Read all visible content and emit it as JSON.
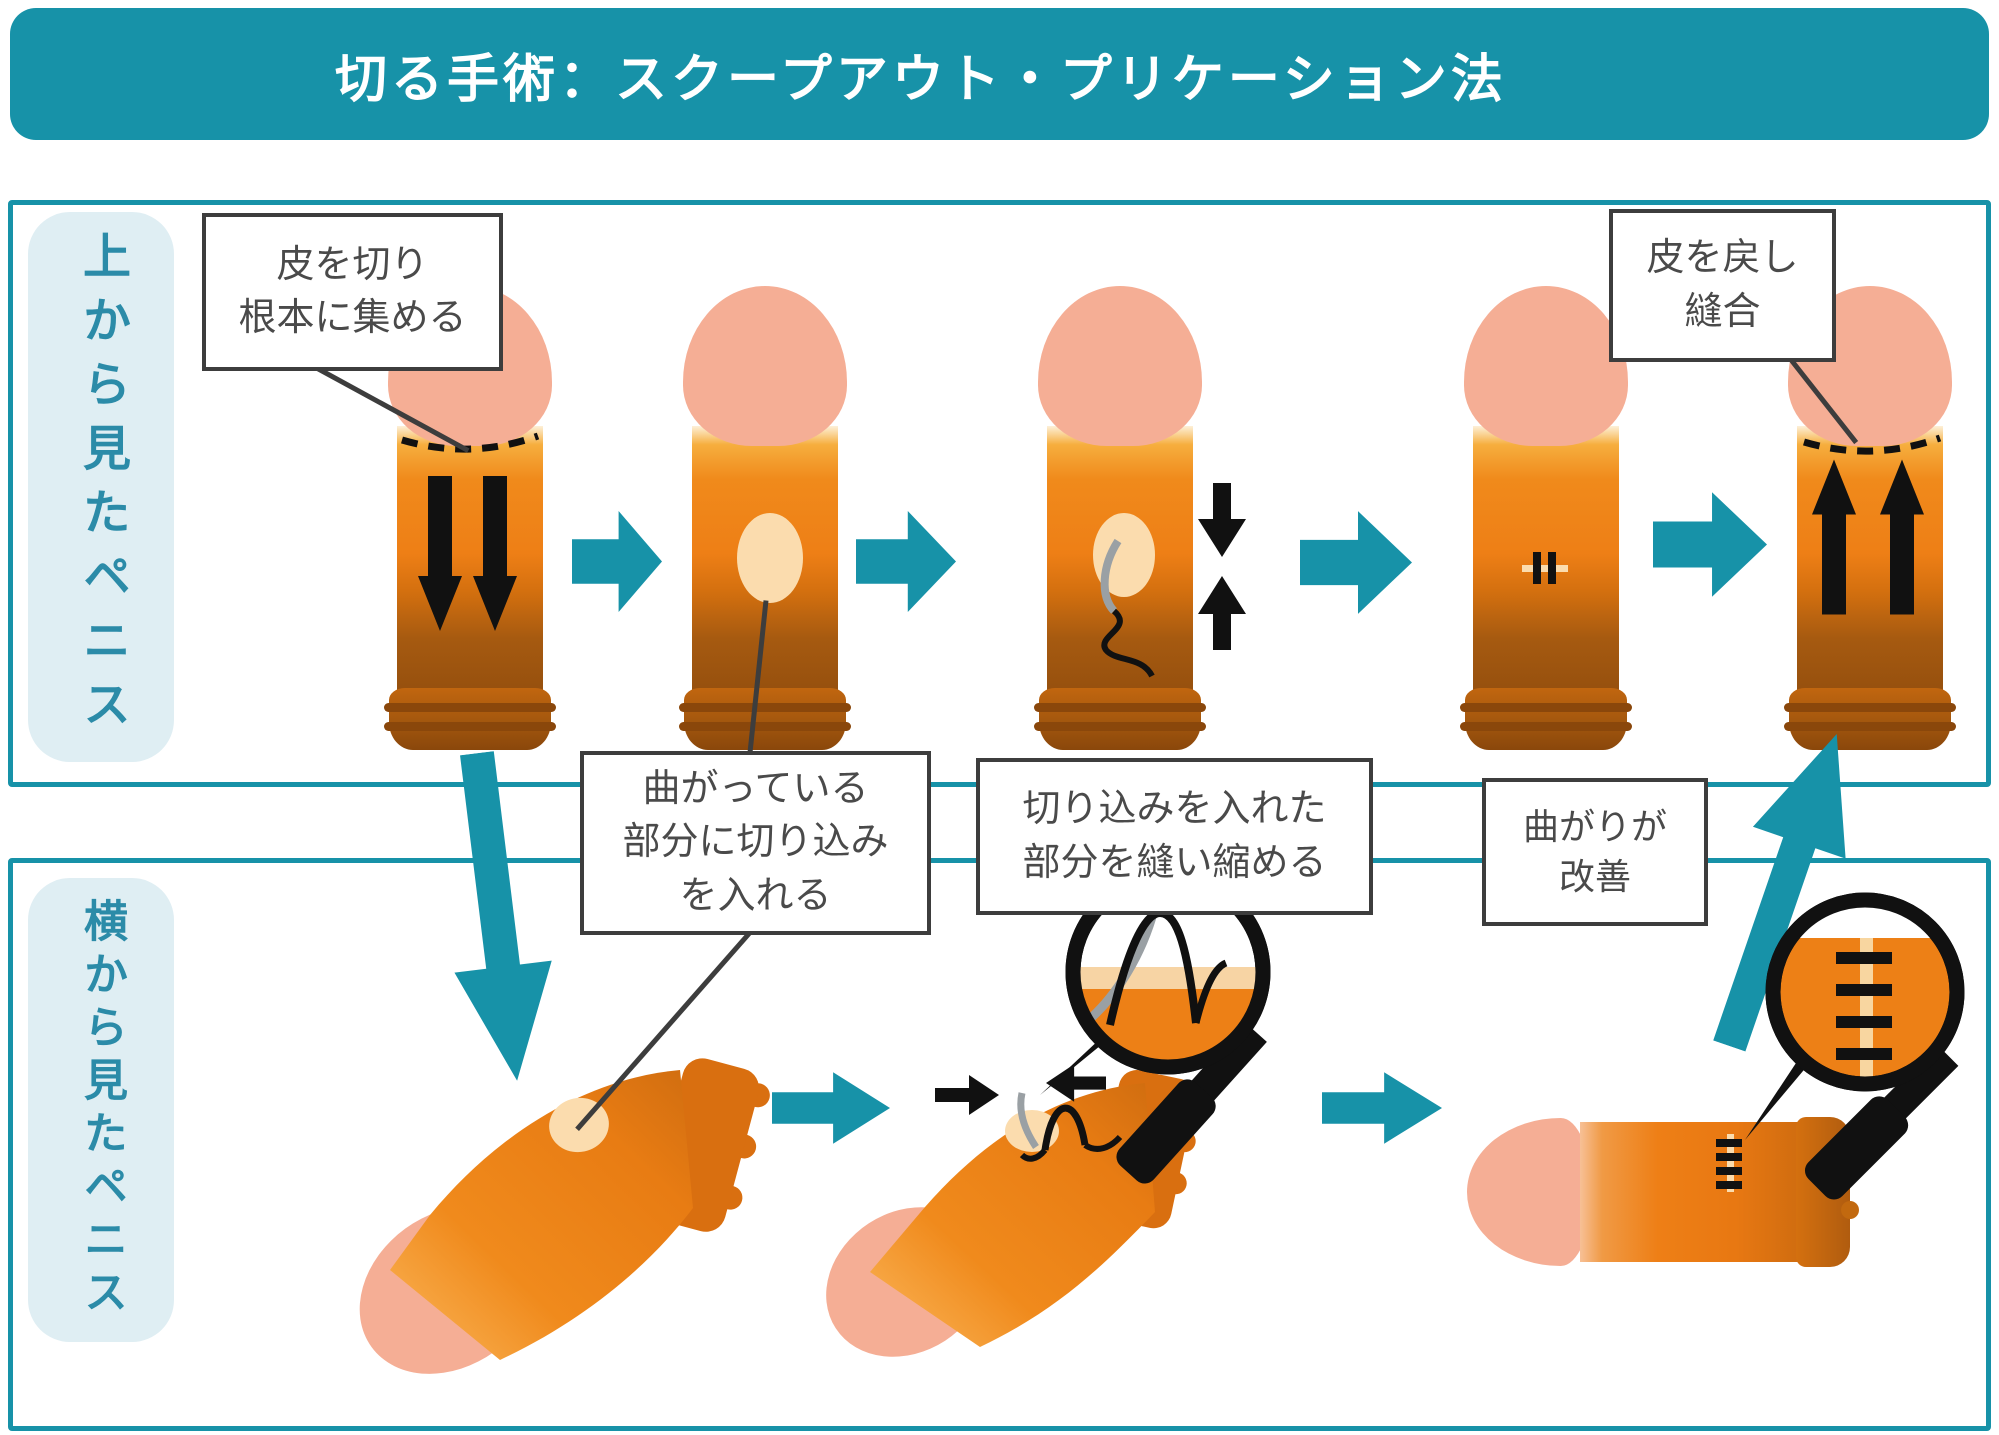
{
  "title": "切る手術：スクープアウト・プリケーション法",
  "panels": {
    "top": {
      "label": "上から見たペニス"
    },
    "bottom": {
      "label": "横から見たペニス"
    }
  },
  "callouts": {
    "cut_skin": "皮を切り\n根本に集める",
    "return_skin": "皮を戻し\n縫合",
    "incision": "曲がっている\n部分に切り込み\nを入れる",
    "suture_shrink": "切り込みを入れた\n部分を縫い縮める",
    "improved": "曲がりが\n改善"
  },
  "icons": [
    "step-arrow-icon",
    "diagonal-down-arrow-icon",
    "diagonal-up-arrow-icon",
    "pull-down-arrow-icon",
    "pull-up-arrow-icon",
    "compress-down-arrow-icon",
    "compress-up-arrow-icon",
    "push-right-arrow-icon",
    "push-left-arrow-icon",
    "magnifier-icon",
    "dashed-incision-line",
    "suture-thread-icon"
  ],
  "colors": {
    "teal_accent": "#1792a8",
    "panel_label_bg": "#dfeef3",
    "label_text": "#2b8ba8",
    "callout_border": "#3d3d3d",
    "glans_pink": "#f5ae95",
    "shaft_orange": "#ee7f16",
    "shaft_dark": "#96500e",
    "scoop_cream": "#fbdcae",
    "suture_black": "#111111"
  }
}
